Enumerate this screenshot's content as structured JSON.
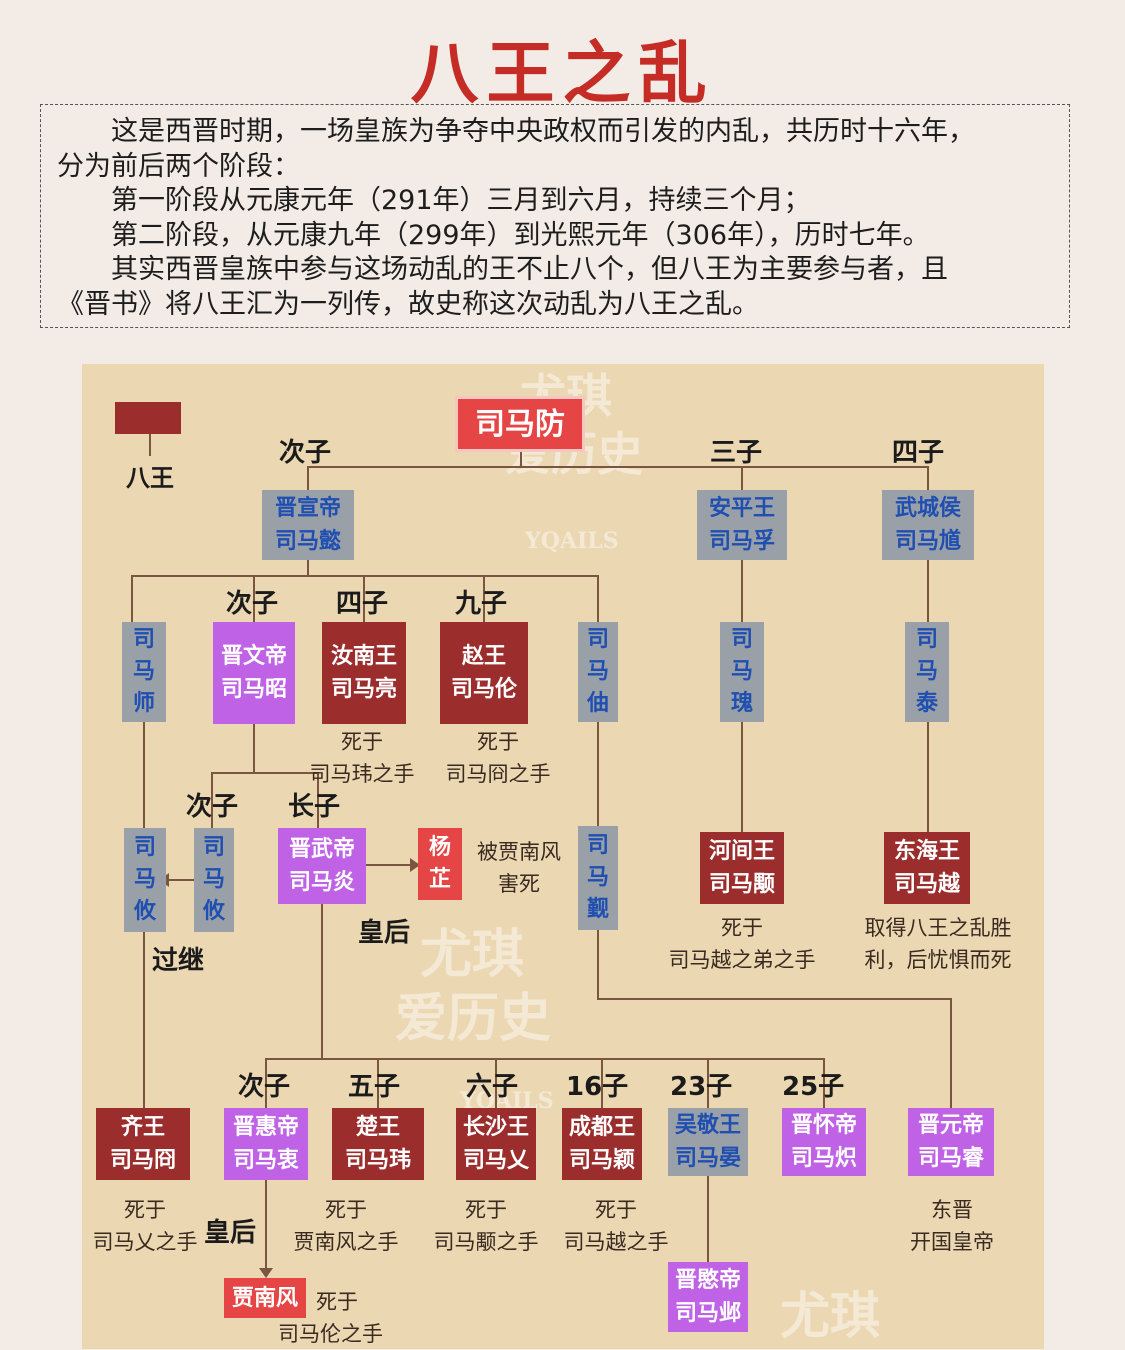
{
  "title": "八王之乱",
  "intro": [
    "这是西晋时期，一场皇族为争夺中央政权而引发的内乱，共历时十六年，",
    "分为前后两个阶段：",
    "第一阶段从元康元年（291年）三月到六月，持续三个月；",
    "第二阶段，从元康九年（299年）到光熙元年（306年），历时七年。",
    "其实西晋皇族中参与这场动乱的王不止八个，但八王为主要参与者，且",
    "《晋书》将八王汇为一列传，故史称这次动乱为八王之乱。"
  ],
  "legend": {
    "label": "八王",
    "color": "#9b2d2d"
  },
  "watermarks": [
    "尤琪",
    "爱历史",
    "YQAILS"
  ],
  "colors": {
    "gray": "#9aa0a8",
    "dark_red": "#9b2d2d",
    "purple": "#bf62e6",
    "red": "#e64545",
    "panel": "#ecd7b3"
  },
  "nodes": {
    "simafang": "司马防",
    "jinxuandi": [
      "晋宣帝",
      "司马懿"
    ],
    "anpingwang": [
      "安平王",
      "司马孚"
    ],
    "wuchenghou": [
      "武城侯",
      "司马馗"
    ],
    "simashi": [
      "司",
      "马",
      "师"
    ],
    "jinwendi": [
      "晋文帝",
      "司马昭"
    ],
    "runanwang": [
      "汝南王",
      "司马亮"
    ],
    "zhaowang": [
      "赵王",
      "司马伦"
    ],
    "simazhou": [
      "司",
      "马",
      "伷"
    ],
    "simagui": [
      "司",
      "马",
      "瑰"
    ],
    "simatai": [
      "司",
      "马",
      "泰"
    ],
    "simayou_adopt": [
      "司",
      "马",
      "攸"
    ],
    "simayou": [
      "司",
      "马",
      "攸"
    ],
    "jinwudi": [
      "晋武帝",
      "司马炎"
    ],
    "yangzhi": [
      "杨",
      "芷"
    ],
    "simajin": [
      "司",
      "马",
      "觐"
    ],
    "hejianwang": [
      "河间王",
      "司马颙"
    ],
    "donghaiwang": [
      "东海王",
      "司马越"
    ],
    "qiwang": [
      "齐王",
      "司马冏"
    ],
    "jinhuidi": [
      "晋惠帝",
      "司马衷"
    ],
    "chuwang": [
      "楚王",
      "司马玮"
    ],
    "changshawang": [
      "长沙王",
      "司马乂"
    ],
    "chengduwang": [
      "成都王",
      "司马颖"
    ],
    "wujingwang": [
      "吴敬王",
      "司马晏"
    ],
    "jinhuaidi": [
      "晋怀帝",
      "司马炽"
    ],
    "jinyuandi": [
      "晋元帝",
      "司马睿"
    ],
    "jiananfeng": "贾南风",
    "jinmindi": [
      "晋愍帝",
      "司马邺"
    ]
  },
  "labels": {
    "cizi_top": "次子",
    "sanzi": "三子",
    "sizi_top": "四子",
    "cizi_2": "次子",
    "sizi_2": "四子",
    "jiuzi": "九子",
    "cizi_3": "次子",
    "zhangzi": "长子",
    "guoji": "过继",
    "huanghou_1": "皇后",
    "huanghou_2": "皇后",
    "cizi_4": "次子",
    "wuzi": "五子",
    "liuzi": "六子",
    "z16": "16子",
    "z23": "23子",
    "z25": "25子"
  },
  "notes": {
    "runan": [
      "死于",
      "司马玮之手"
    ],
    "zhao": [
      "死于",
      "司马冏之手"
    ],
    "yangzhi": [
      "被贾南风",
      "害死"
    ],
    "hejian": [
      "死于",
      "司马越之弟之手"
    ],
    "donghai": [
      "取得八王之乱胜",
      "利，后忧惧而死"
    ],
    "qi": [
      "死于",
      "司马乂之手"
    ],
    "chu": [
      "死于",
      "贾南风之手"
    ],
    "changsha": [
      "死于",
      "司马颙之手"
    ],
    "chengdu": [
      "死于",
      "司马越之手"
    ],
    "jinyuan": [
      "东晋",
      "开国皇帝"
    ],
    "jia": [
      "死于",
      "司马伦之手"
    ]
  }
}
